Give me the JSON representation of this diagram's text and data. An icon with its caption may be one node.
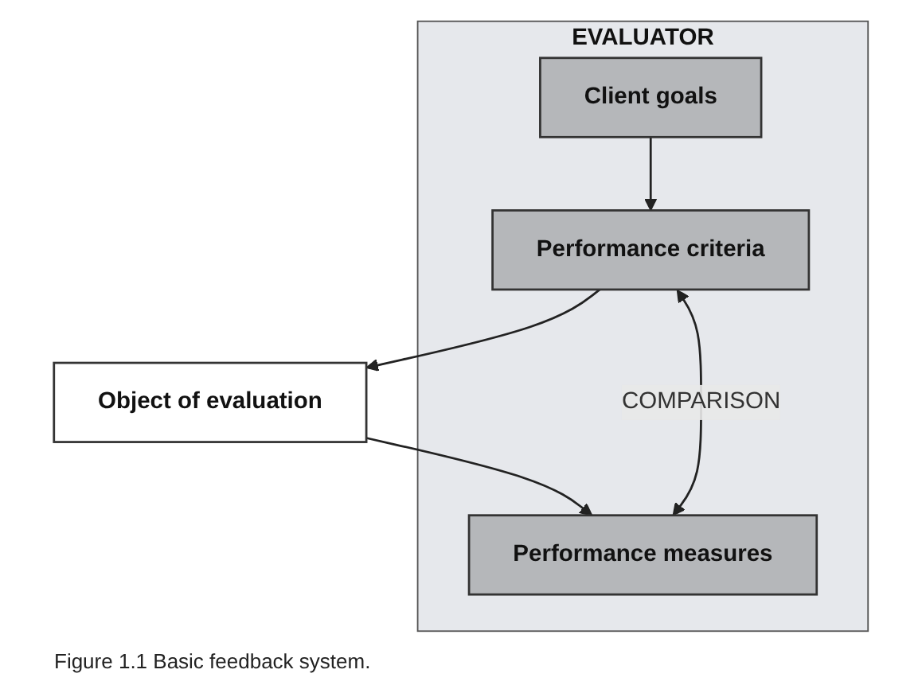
{
  "diagram": {
    "caption": "Figure 1.1 Basic feedback system.",
    "nodes": [
      {
        "text": [
          "EVALUATOR"
        ]
      },
      {
        "text": [
          "Client goals"
        ],
        "in": 0
      },
      {
        "text": [
          "Performance criteria"
        ],
        "in": 0
      },
      {
        "text": [
          "Object of evaluation"
        ]
      },
      {
        "text": [
          "Performance measures"
        ],
        "in": 0
      }
    ],
    "edges": [
      {
        "from": 1,
        "to": 2,
        "arrow": "to"
      },
      {
        "from": 2,
        "to": 3,
        "arrow": "to"
      },
      {
        "from": 3,
        "to": 4,
        "arrow": "to"
      },
      {
        "from": 2,
        "to": 4,
        "arrow": "both",
        "label": "COMPARISON"
      }
    ]
  }
}
